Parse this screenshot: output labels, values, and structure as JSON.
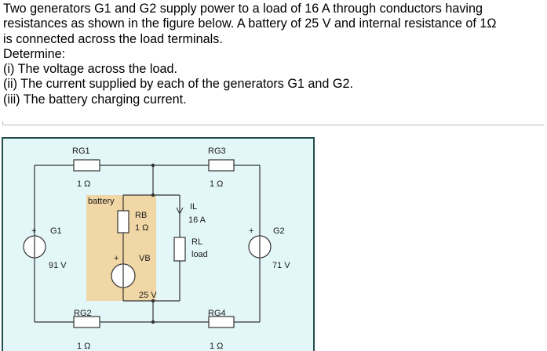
{
  "problem": {
    "lines": [
      "Two generators G1 and G2 supply power to a load of 16 A through conductors having",
      "resistances as shown in the figure below. A battery of 25 V and internal resistance of 1Ω",
      "is connected across the load terminals.",
      "Determine:",
      "(i) The voltage across the load.",
      "(ii) The current supplied by each of the generators G1 and G2.",
      "(iii) The battery charging current."
    ]
  },
  "circuit": {
    "labels": {
      "rg1": "RG1",
      "rg1_value": "1 Ω",
      "rg3": "RG3",
      "rg3_value": "1 Ω",
      "rg2": "RG2",
      "rg2_value": "1 Ω",
      "rg4": "RG4",
      "rg4_value": "1 Ω",
      "battery": "battery",
      "rb": "RB",
      "rb_value": "1 Ω",
      "vb": "VB",
      "vb_value": "25 V",
      "il": "IL",
      "il_value": "16 A",
      "rl": "RL",
      "rl_value": "load",
      "g1": "G1",
      "g1_value": "91 V",
      "g2": "G2",
      "g2_value": "71 V",
      "plus": "+"
    },
    "colors": {
      "background": "#e3f6f8",
      "battery_box": "#f2d7a6",
      "frame": "#244f4f",
      "wire": "#333333"
    }
  }
}
